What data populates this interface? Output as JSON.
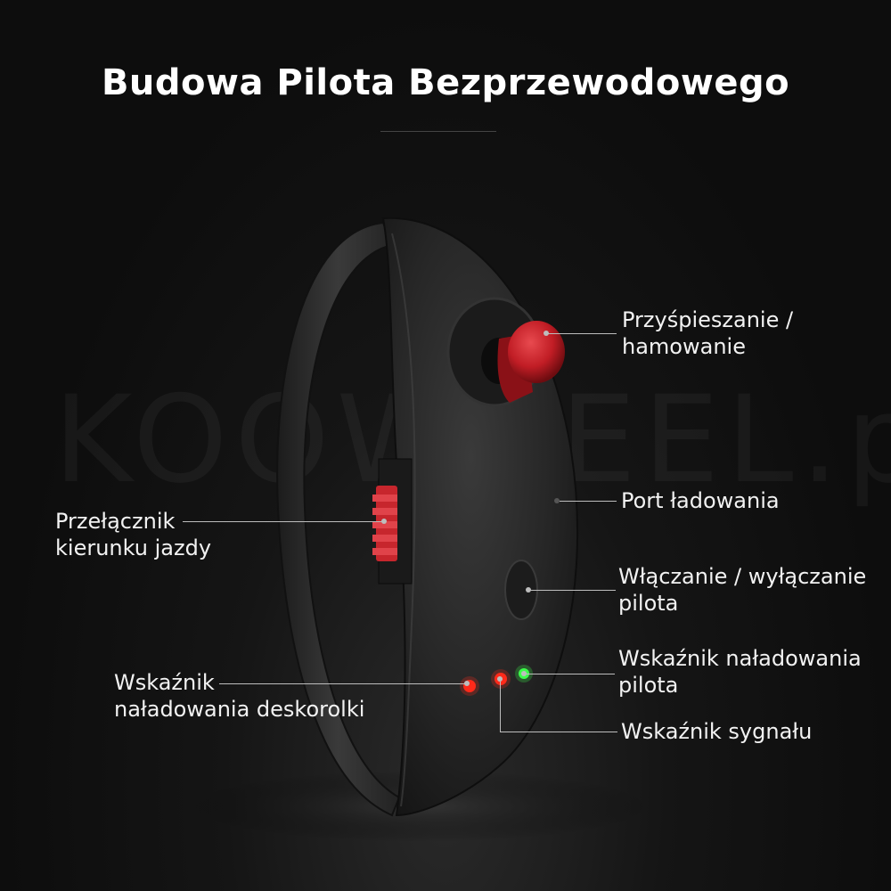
{
  "title": "Budowa Pilota Bezprzewodowego",
  "watermark": "KOOWHEEL.pl",
  "labels": {
    "acceleration_line1": "Przyśpieszanie /",
    "acceleration_line2": "hamowanie",
    "charging_port": "Port ładowania",
    "direction_switch_line1": "Przełącznik",
    "direction_switch_line2": "kierunku jazdy",
    "power_line1": "Włączanie / wyłączanie",
    "power_line2": "pilota",
    "remote_battery_line1": "Wskaźnik naładowania",
    "remote_battery_line2": "pilota",
    "board_battery_line1": "Wskaźnik",
    "board_battery_line2": "naładowania deskorolki",
    "signal_indicator": "Wskaźnik sygnału"
  },
  "colors": {
    "thumb_button": "#c8202a",
    "led_red": "#ff2a1a",
    "led_green": "#3cff4a",
    "body": "#2b2b2b"
  }
}
